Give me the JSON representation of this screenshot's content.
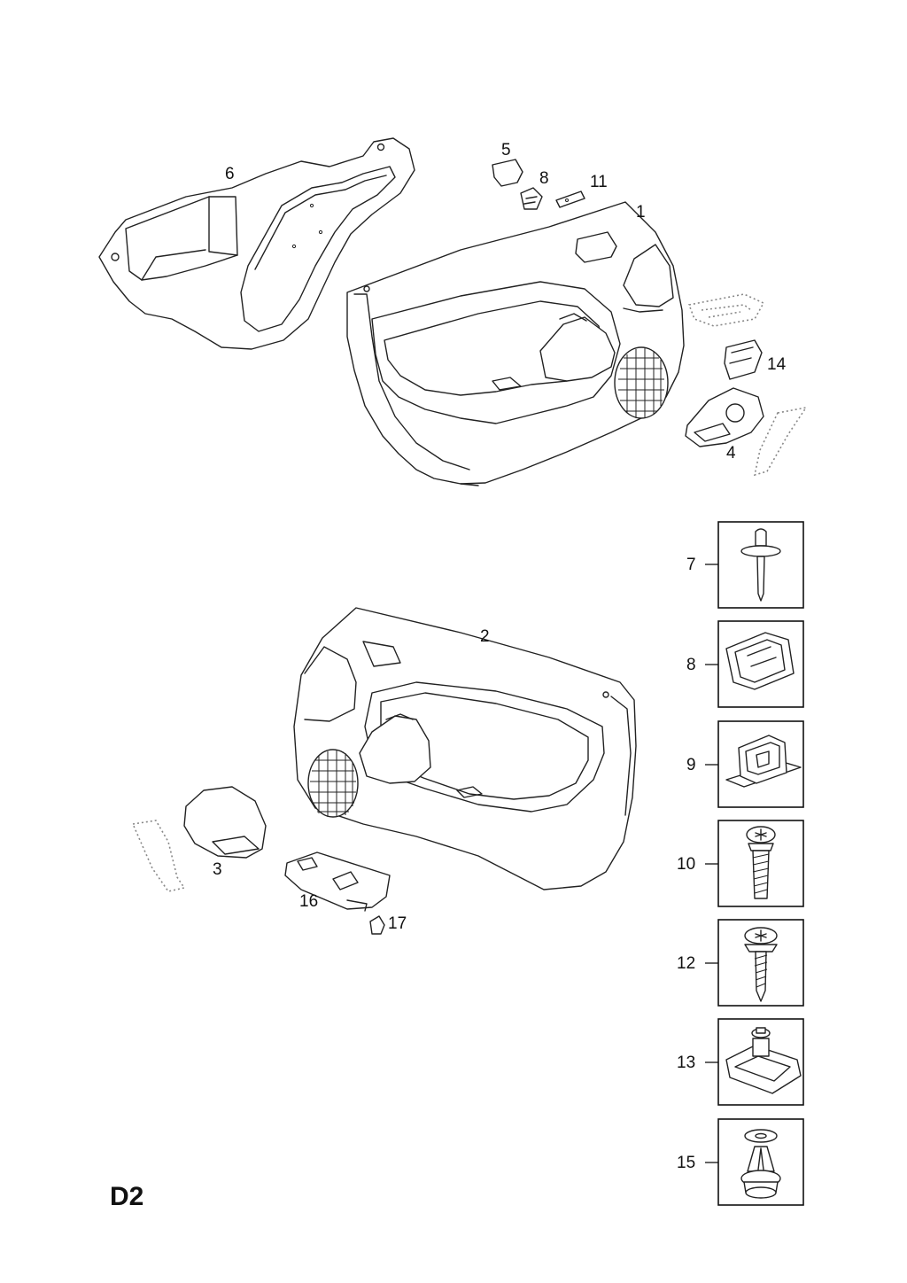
{
  "diagram": {
    "page_code": "D2",
    "callouts": {
      "c1": "1",
      "c2": "2",
      "c3": "3",
      "c4": "4",
      "c5": "5",
      "c6": "6",
      "c8": "8",
      "c11": "11",
      "c14": "14",
      "c16": "16",
      "c17": "17"
    },
    "fastener_boxes": [
      {
        "number": "7",
        "icon": "rivet-icon"
      },
      {
        "number": "8",
        "icon": "spring-clip-icon"
      },
      {
        "number": "9",
        "icon": "retainer-clip-icon"
      },
      {
        "number": "10",
        "icon": "torx-screw-icon"
      },
      {
        "number": "12",
        "icon": "tapping-screw-icon"
      },
      {
        "number": "13",
        "icon": "speed-nut-icon"
      },
      {
        "number": "15",
        "icon": "push-clip-icon"
      }
    ]
  }
}
